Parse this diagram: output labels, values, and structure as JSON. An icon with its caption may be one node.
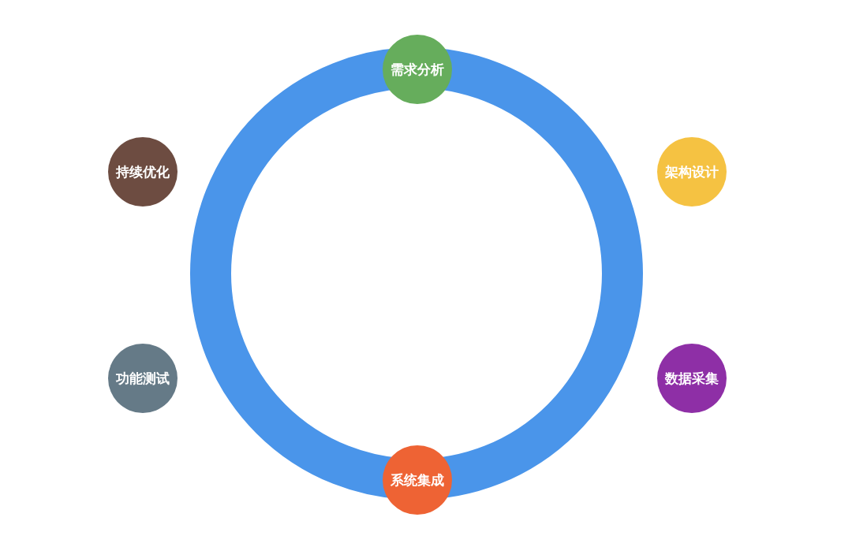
{
  "diagram": {
    "nodes": [
      {
        "text": [
          "需求分析"
        ]
      },
      {
        "text": [
          "持续优化"
        ]
      },
      {
        "text": [
          "架构设计"
        ]
      },
      {
        "text": [
          "功能测试"
        ]
      },
      {
        "text": [
          "数据采集"
        ]
      },
      {
        "text": [
          "系统集成"
        ]
      }
    ]
  }
}
